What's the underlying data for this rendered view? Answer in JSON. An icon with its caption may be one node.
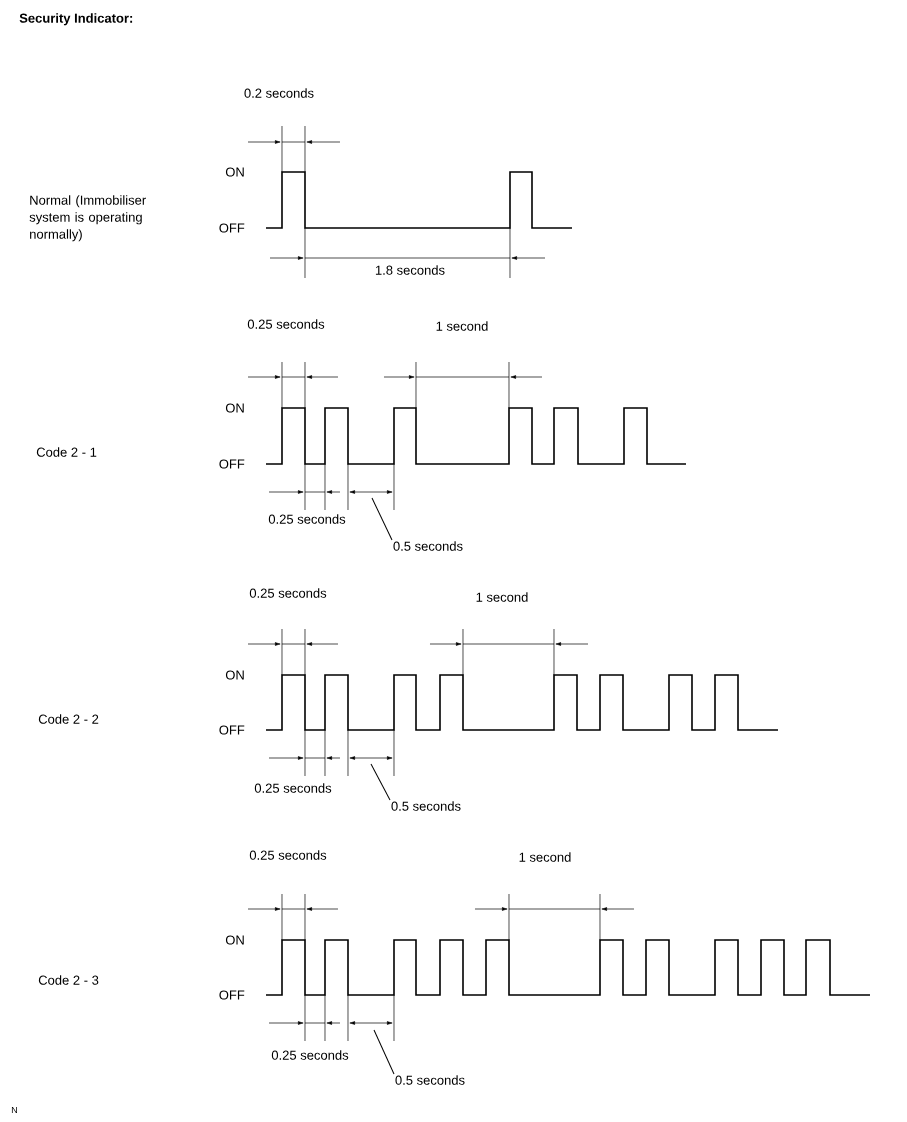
{
  "diagram": {
    "title": "Security Indicator:",
    "nodes": [
      {
        "text": [
          "0.5 seconds"
        ]
      },
      {
        "text": [
          "0.5 seconds"
        ]
      },
      {
        "text": [
          "0.5 seconds"
        ]
      }
    ],
    "edges": [
      {
        "from": 0,
        "to": null,
        "arrow": "none"
      },
      {
        "from": 1,
        "to": null,
        "arrow": "none"
      },
      {
        "from": 2,
        "to": null,
        "arrow": "none"
      }
    ],
    "labels": [
      "0.2 seconds",
      "ON",
      "Normal (Immobiliser system is operating normally)",
      "OFF",
      "1.8 seconds",
      "0.25 seconds",
      "1 second",
      "ON",
      "Code 2 - 1",
      "OFF",
      "0.25 seconds",
      "0.25 seconds",
      "1 second",
      "ON",
      "Code 2 - 2",
      "OFF",
      "0.25 seconds",
      "0.25 seconds",
      "1 second",
      "ON",
      "Code 2 - 3",
      "OFF",
      "0.25 seconds",
      "N"
    ]
  }
}
